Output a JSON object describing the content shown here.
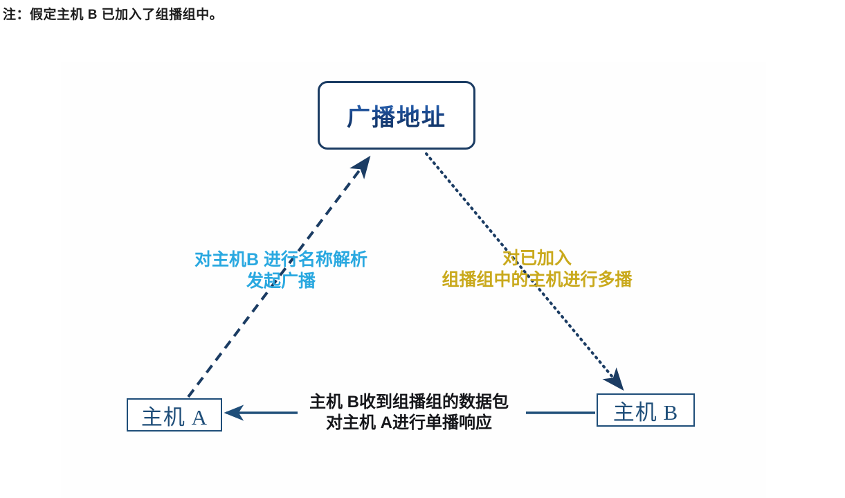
{
  "page": {
    "note": "注：假定主机 B 已加入了组播组中。",
    "background_color": "#ffffff"
  },
  "diagram": {
    "type": "network-flow-diagram",
    "nodes": [
      {
        "id": "broadcast-address",
        "label": "广播地址",
        "shape": "rounded-rectangle",
        "border_color": "#1b3c63",
        "text_color": "#1b4f9c"
      },
      {
        "id": "host-a",
        "label": "主机 A",
        "shape": "rectangle",
        "border_color": "#1f4e79",
        "text_color": "#1f4e79"
      },
      {
        "id": "host-b",
        "label": "主机 B",
        "shape": "rectangle",
        "border_color": "#1f4e79",
        "text_color": "#1f4e79"
      }
    ],
    "edges": [
      {
        "id": "edge-a-to-broadcast",
        "from": "host-a",
        "to": "broadcast-address",
        "style": "dashed",
        "color": "#1b3c63",
        "label_line1": "对主机B 进行名称解析",
        "label_line2": "发起广播",
        "label_color": "#29a8e0"
      },
      {
        "id": "edge-broadcast-to-b",
        "from": "broadcast-address",
        "to": "host-b",
        "style": "dotted",
        "color": "#1b3c63",
        "label_line1": "对已加入",
        "label_line2": "组播组中的主机进行多播",
        "label_color": "#c9a91c"
      },
      {
        "id": "edge-b-to-a",
        "from": "host-b",
        "to": "host-a",
        "style": "solid",
        "color": "#1f4e79",
        "label_line1": "主机 B收到组播组的数据包",
        "label_line2": "对主机 A进行单播响应",
        "label_color": "#15161a"
      }
    ]
  }
}
